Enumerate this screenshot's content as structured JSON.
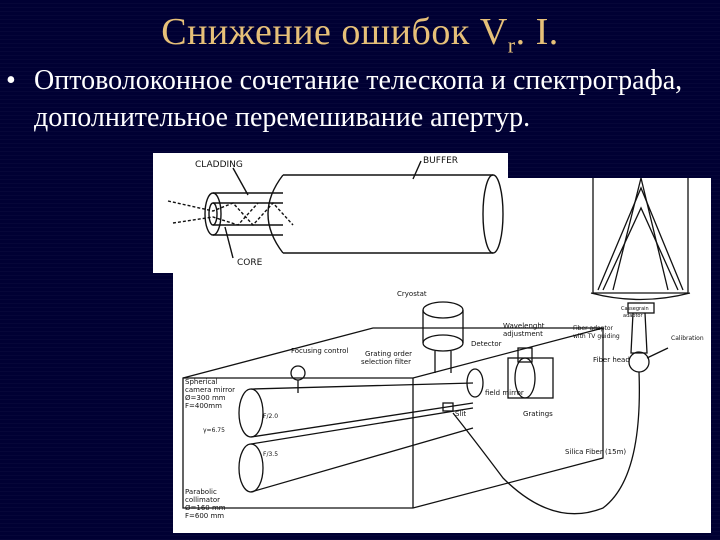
{
  "slide": {
    "title_main": "Снижение ошибок V",
    "title_sub": "r",
    "title_tail": ". I.",
    "bullet_marker": "•",
    "bullet_text": "Оптоволоконное сочетание телескопа и спектрографа, дополнительное перемешивание апертур."
  },
  "figure_fiber": {
    "labels": {
      "cladding": "CLADDING",
      "buffer": "BUFFER",
      "core": "CORE"
    }
  },
  "figure_spectrograph": {
    "labels": {
      "cryostat": "Cryostat",
      "focusing_control": "Focusing control",
      "wavelength_adjustment_1": "Wavelenght",
      "wavelength_adjustment_2": "adjustment",
      "detector": "Detector",
      "grating_order_1": "Grating order",
      "grating_order_2": "selection filter",
      "spherical_mirror_1": "Spherical",
      "spherical_mirror_2": "camera mirror",
      "spherical_mirror_3": "Ø=300 mm",
      "spherical_mirror_4": "F=400mm",
      "field_mirror": "field mirror",
      "gratings": "Gratings",
      "slit": "Slit",
      "parabolic_1": "Parabolic",
      "parabolic_2": "collimator",
      "parabolic_3": "Ø=160 mm",
      "parabolic_4": "F=600 mm",
      "fiber_adaptor_1": "Fiber adaptor",
      "fiber_adaptor_2": "with TV guiding",
      "calibration": "Calibration",
      "fiber_head": "Fiber head",
      "cassegrain_1": "Cassegrain",
      "cassegrain_2": "adaptor",
      "silica_fiber": "Silica Fiber (15m)",
      "angle_1": "γ=6.75",
      "angle_2": "F/2.0",
      "angle_3": "F/3.5"
    }
  }
}
